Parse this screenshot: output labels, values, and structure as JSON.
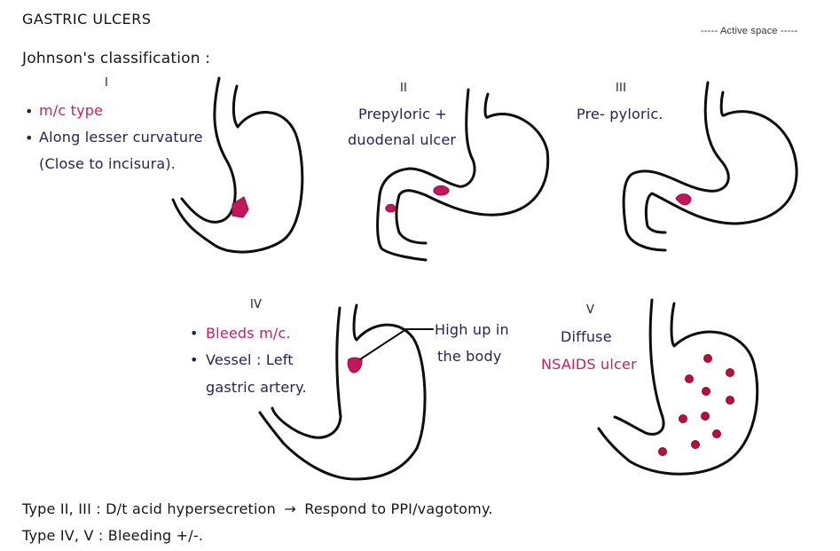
{
  "header": {
    "title": "GASTRIC ULCERS",
    "status": "----- Active space -----",
    "subtitle": "Johnson's classification :"
  },
  "types": [
    {
      "numeral": "I",
      "notes": [
        {
          "text": "m/c type",
          "color": "#c0235f",
          "bullet": true
        },
        {
          "text": "Along lesser curvature",
          "color": "#262350",
          "bullet": true
        },
        {
          "text": "(Close to incisura).",
          "color": "#262350",
          "bullet": false
        }
      ]
    },
    {
      "numeral": "II",
      "notes": [
        {
          "text": "Prepyloric +",
          "color": "#262350"
        },
        {
          "text": "duodenal ulcer",
          "color": "#262350"
        }
      ]
    },
    {
      "numeral": "III",
      "notes": [
        {
          "text": "Pre- pyloric.",
          "color": "#262350"
        }
      ]
    },
    {
      "numeral": "IV",
      "notes": [
        {
          "text": "Bleeds m/c.",
          "color": "#c0235f",
          "bullet": true
        },
        {
          "text": "Vessel : Left",
          "color": "#262350",
          "bullet": true
        },
        {
          "text": "gastric artery.",
          "color": "#262350",
          "bullet": false
        }
      ],
      "callout": [
        "High up in",
        "the body"
      ]
    },
    {
      "numeral": "V",
      "notes": [
        {
          "text": "Diffuse",
          "color": "#262350"
        },
        {
          "text": "NSAIDS ulcer",
          "color": "#c0235f"
        }
      ]
    }
  ],
  "footer": {
    "line1_left": "Type II, III : D/t acid hypersecretion",
    "line1_arrow": "→",
    "line1_right": "Respond to PPI/vagotomy.",
    "line2": "Type IV, V : Bleeding +/-."
  },
  "colors": {
    "ulcer": "#c2185b",
    "emphasis_text": "#c0235f",
    "body_text": "#262350",
    "outline": "#0d0d0d"
  },
  "bullet_glyph": "•"
}
